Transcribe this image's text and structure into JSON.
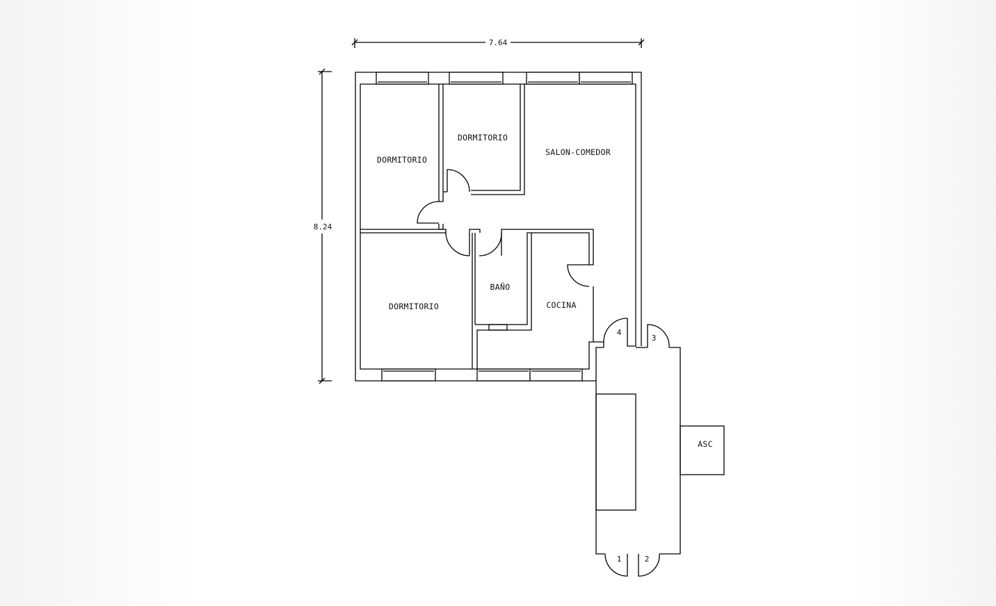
{
  "plan": {
    "dimensions": {
      "width": "7.64",
      "height": "8.24"
    },
    "rooms": {
      "dormitorio_1": "DORMITORIO",
      "dormitorio_2": "DORMITORIO",
      "salon": "SALON-COMEDOR",
      "dormitorio_3": "DORMITORIO",
      "bano": "BAÑO",
      "cocina": "COCINA",
      "ascensor": "ASC"
    },
    "doors": {
      "d1": "1",
      "d2": "2",
      "d3": "3",
      "d4": "4"
    }
  }
}
